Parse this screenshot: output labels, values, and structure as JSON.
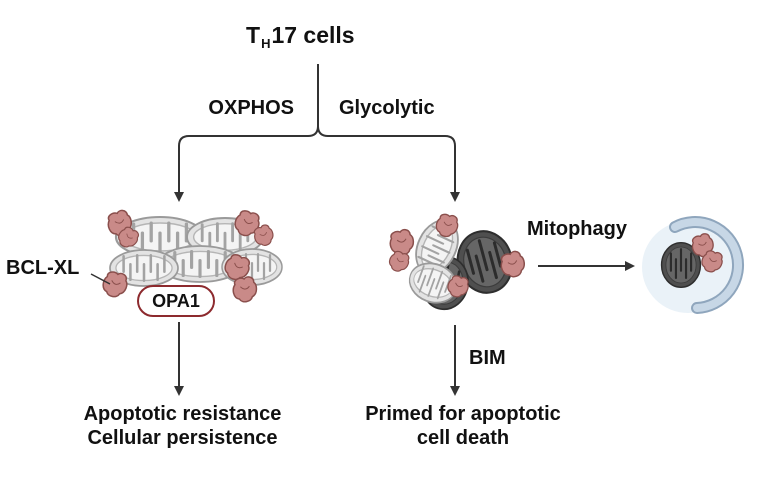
{
  "title": {
    "main": "T",
    "subscript": "H",
    "rest": "17 cells"
  },
  "branches": {
    "left": "OXPHOS",
    "right": "Glycolytic"
  },
  "labels": {
    "bcl_xl": "BCL-XL",
    "opa1": "OPA1",
    "mitophagy": "Mitophagy",
    "bim": "BIM"
  },
  "outcomes": {
    "left": [
      "Apoptotic resistance",
      "Cellular persistence"
    ],
    "right": [
      "Primed for apoptotic",
      "cell death"
    ]
  },
  "colors": {
    "mito_light_fill": "#e3e3e3",
    "mito_light_stroke": "#9a9a9a",
    "mito_dark_fill": "#4f4f4f",
    "mito_dark_stroke": "#2e2e2e",
    "protein_fill": "#c98a88",
    "protein_stroke": "#8a4f4c",
    "opa1_border": "#8d2a2e",
    "phagophore_fill": "#c7d7e6",
    "phagophore_stroke": "#8fa6bd",
    "line": "#333333"
  }
}
